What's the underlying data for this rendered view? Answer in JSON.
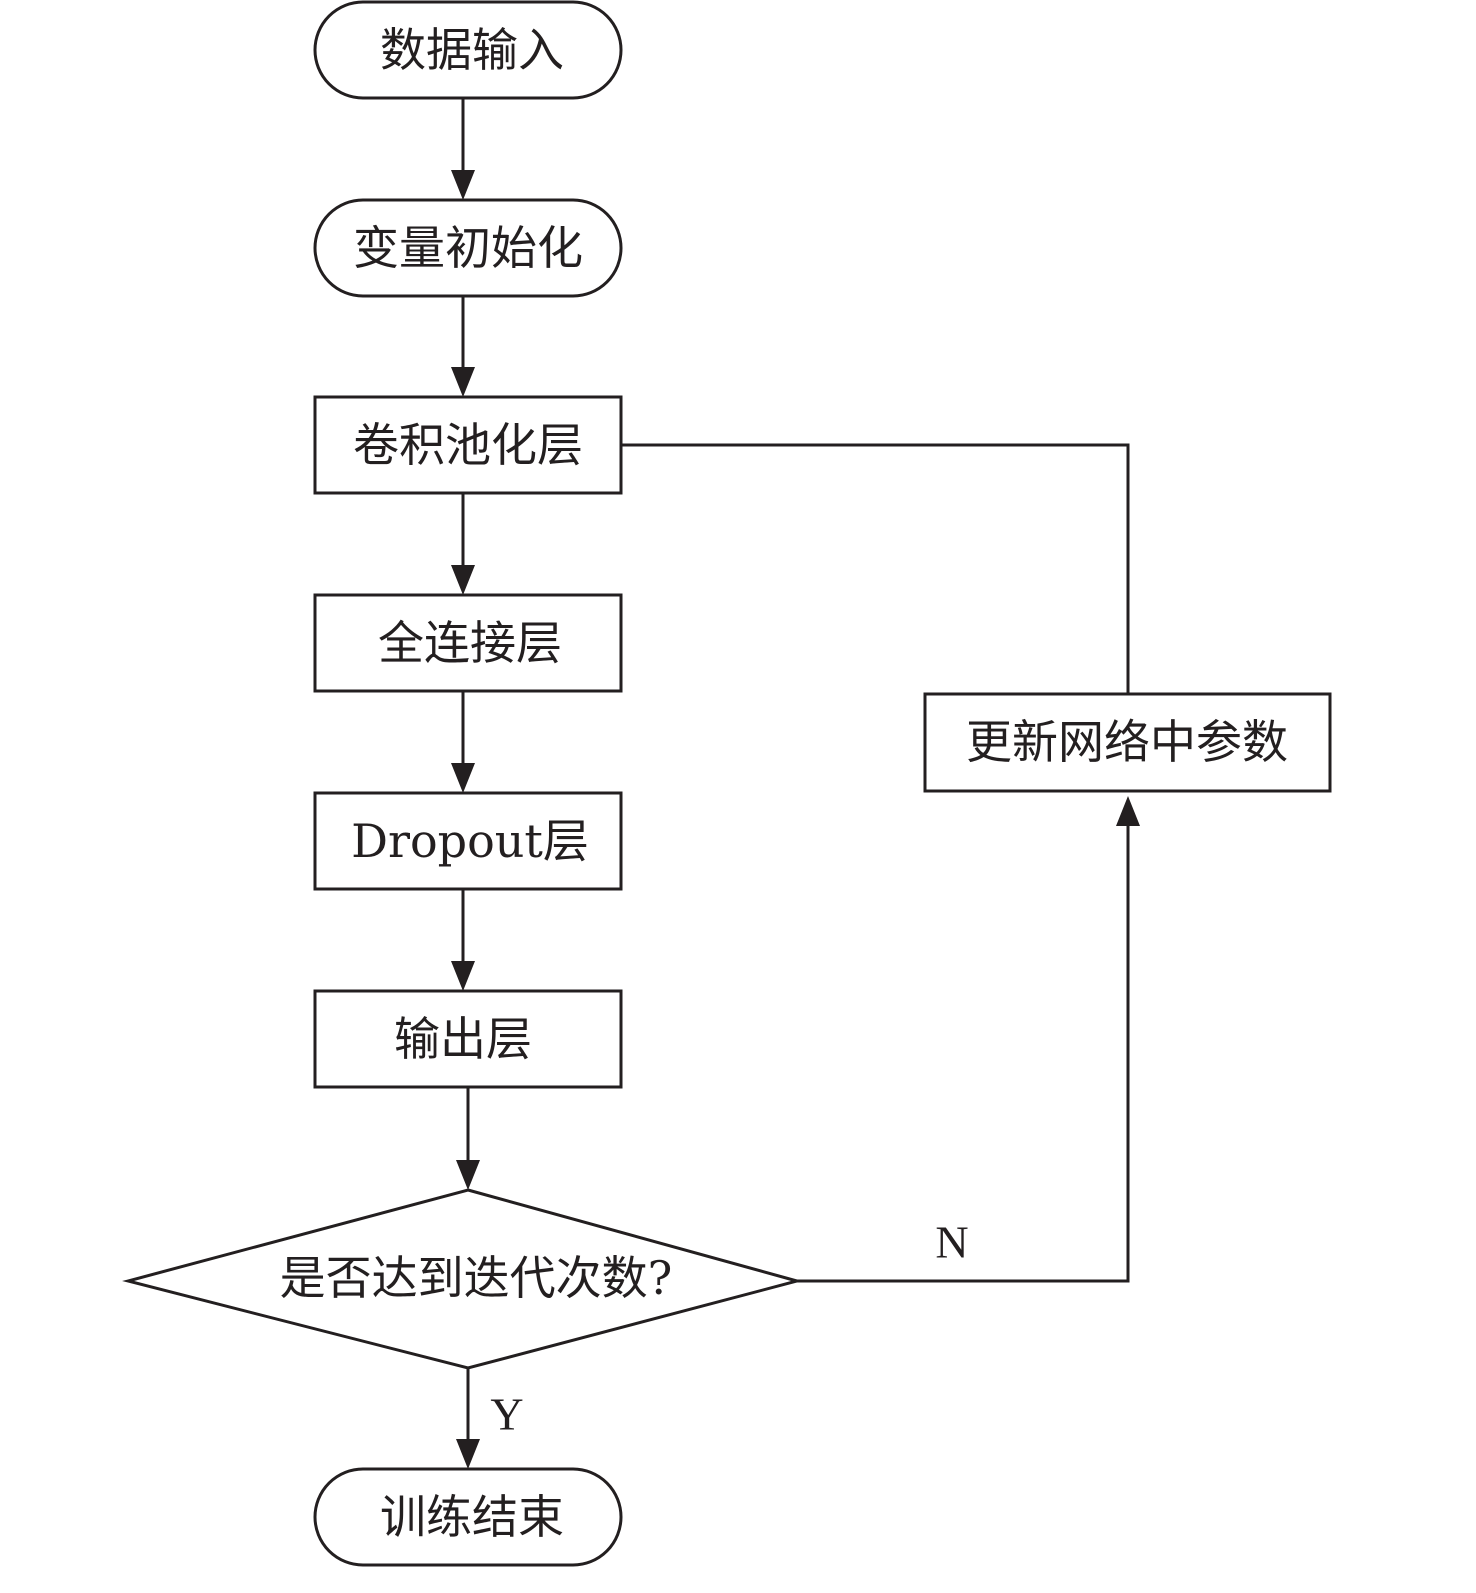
{
  "diagram": {
    "type": "flowchart",
    "nodes": [
      {
        "id": "input",
        "shape": "terminator",
        "label": "数据输入"
      },
      {
        "id": "init",
        "shape": "terminator",
        "label": "变量初始化"
      },
      {
        "id": "conv",
        "shape": "process",
        "label": "卷积池化层"
      },
      {
        "id": "fc",
        "shape": "process",
        "label": "全连接层"
      },
      {
        "id": "dropout",
        "shape": "process",
        "label": "Dropout层"
      },
      {
        "id": "output",
        "shape": "process",
        "label": "输出层"
      },
      {
        "id": "decision",
        "shape": "decision",
        "label": "是否达到迭代次数?"
      },
      {
        "id": "update",
        "shape": "process",
        "label": "更新网络中参数"
      },
      {
        "id": "end",
        "shape": "terminator",
        "label": "训练结束"
      }
    ],
    "edges": [
      {
        "from": "input",
        "to": "init",
        "label": ""
      },
      {
        "from": "init",
        "to": "conv",
        "label": ""
      },
      {
        "from": "conv",
        "to": "fc",
        "label": ""
      },
      {
        "from": "fc",
        "to": "dropout",
        "label": ""
      },
      {
        "from": "dropout",
        "to": "output",
        "label": ""
      },
      {
        "from": "output",
        "to": "decision",
        "label": ""
      },
      {
        "from": "decision",
        "to": "update",
        "label": "N"
      },
      {
        "from": "update",
        "to": "conv",
        "label": ""
      },
      {
        "from": "decision",
        "to": "end",
        "label": "Y"
      }
    ]
  }
}
